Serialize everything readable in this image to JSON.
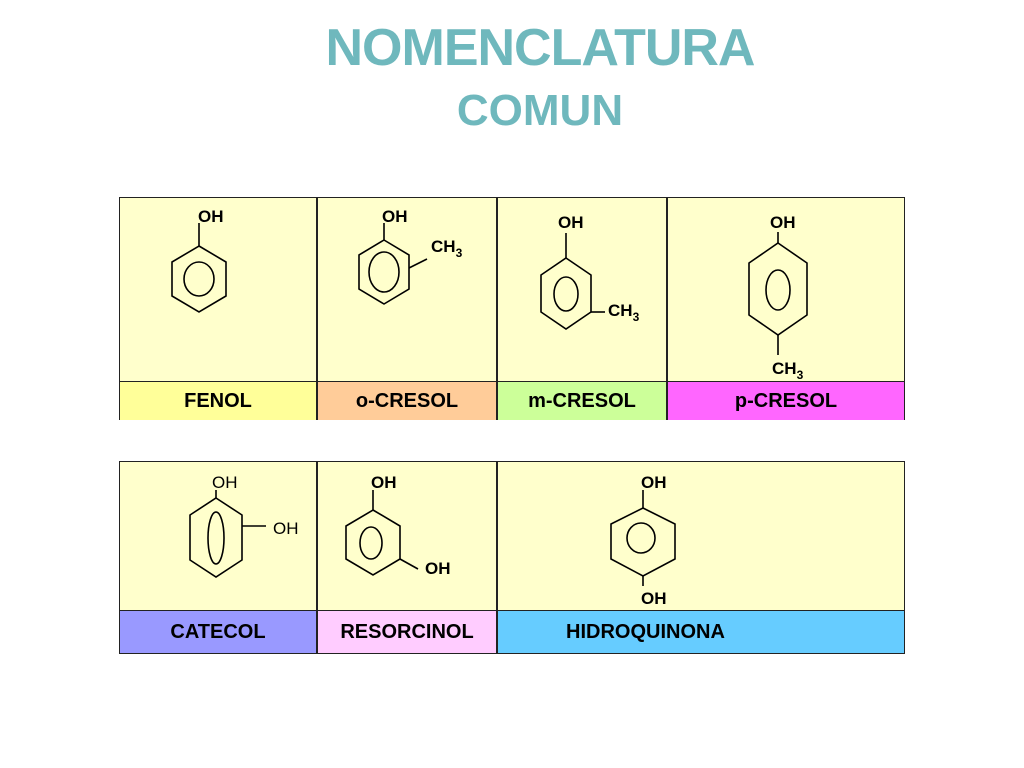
{
  "title": {
    "line1": "NOMENCLATURA",
    "line2": "COMUN"
  },
  "groups": [
    {
      "compounds": [
        {
          "name": "FENOL",
          "color": "#ffff99"
        },
        {
          "name": "o-CRESOL",
          "color": "#ffcc99"
        },
        {
          "name": "m-CRESOL",
          "color": "#ccff99"
        },
        {
          "name": "p-CRESOL",
          "color": "#ff66ff"
        }
      ]
    },
    {
      "compounds": [
        {
          "name": "CATECOL",
          "color": "#9999ff"
        },
        {
          "name": "RESORCINOL",
          "color": "#ffccff"
        },
        {
          "name": "HIDROQUINONA",
          "color": "#66ccff"
        }
      ]
    }
  ],
  "substituents": {
    "oh": "OH",
    "ch": "CH",
    "sub3": "3"
  }
}
